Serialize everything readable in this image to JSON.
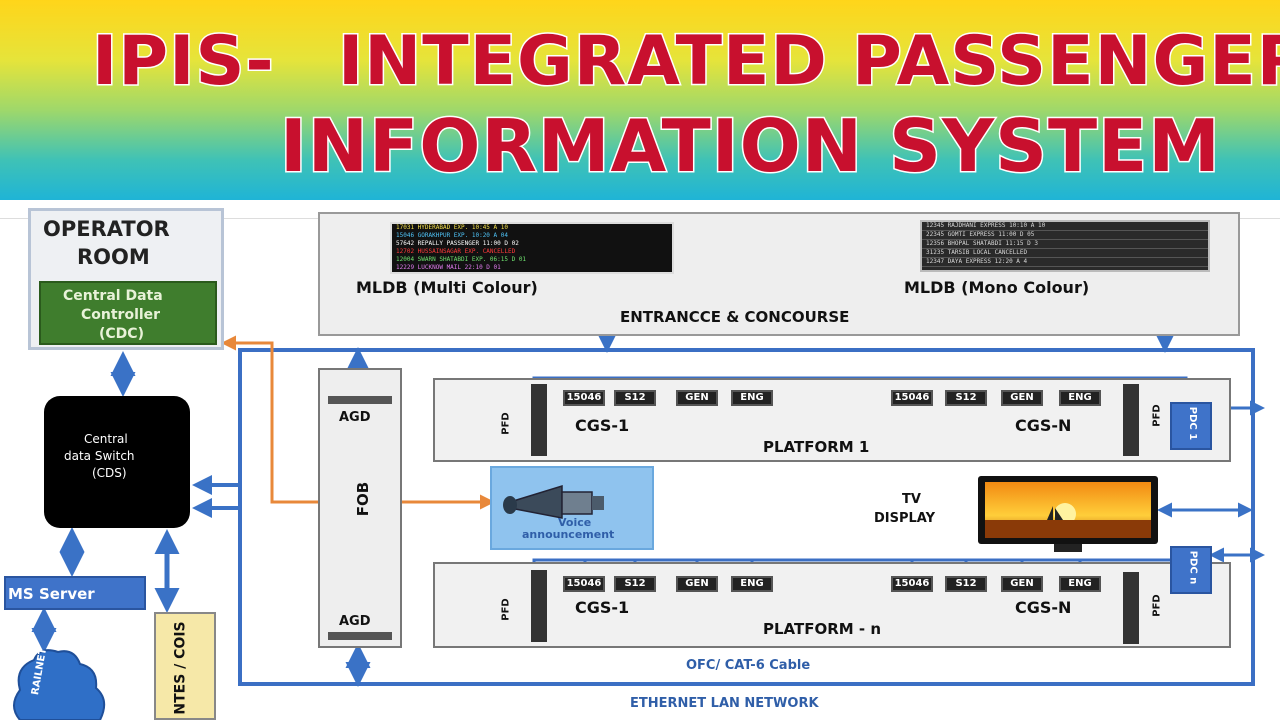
{
  "banner": {
    "line1_part1": "IPIS-",
    "line1_part2": "INTEGRATED",
    "line1_part3": "PASSENGER",
    "line2": "INFORMATION SYSTEM"
  },
  "operator_room": {
    "title_line1": "OPERATOR",
    "title_line2": "ROOM",
    "cdc_line1": "Central Data",
    "cdc_line2": "Controller",
    "cdc_line3": "(CDC)"
  },
  "cds": {
    "line1": "Central",
    "line2": "data Switch",
    "line3": "(CDS)"
  },
  "ms_server": "MS Server",
  "ntes": "NTES / COIS",
  "railnet": "RAILNET",
  "concourse": {
    "label": "ENTRANCCE & CONCOURSE",
    "mldb_multi": "MLDB (Multi Colour)",
    "mldb_mono": "MLDB (Mono Colour)",
    "multi_rows": [
      {
        "text": "17031 HYDERABAD EXP.   10:45 A 10",
        "color": "#f4e04d"
      },
      {
        "text": "15046 GORAKHPUR EXP.   10:20 A 04",
        "color": "#4fc3f7"
      },
      {
        "text": "57642 REPALLY PASSENGER 11:00 D 02",
        "color": "#ffffff"
      },
      {
        "text": "12702 HUSSAINSAGAR EXP. CANCELLED",
        "color": "#ff3b3b"
      },
      {
        "text": "12004 SWARN SHATABDI EXP. 06:15 D 01",
        "color": "#6fe36f"
      },
      {
        "text": "12229 LUCKNOW MAIL      22:10 D 01",
        "color": "#e27cf0"
      }
    ],
    "mono_rows": [
      "12345 RAJDHANI EXPRESS 10:10 A 10",
      "22345 GOMTI EXPRESS   11:00 D 05",
      "12356 BHOPAL SHATABDI 11:15 D 3",
      "31235 TARSIB LOCAL    CANCELLED",
      "12347 DAYA EXPRESS    12:20 A 4"
    ]
  },
  "fob": {
    "label": "FOB",
    "agd_top": "AGD",
    "agd_bottom": "AGD"
  },
  "platform1": {
    "label": "PLATFORM 1",
    "pfd_left": "PFD",
    "pfd_right": "PFD",
    "pdc": "PDC 1",
    "cgs_left": "CGS-1",
    "cgs_right": "CGS-N",
    "coaches_left": [
      "15046",
      "S12",
      "GEN",
      "ENG"
    ],
    "coaches_right": [
      "15046",
      "S12",
      "GEN",
      "ENG"
    ]
  },
  "platformn": {
    "label": "PLATFORM - n",
    "pfd_left": "PFD",
    "pfd_right": "PFD",
    "pdc": "PDC n",
    "cgs_left": "CGS-1",
    "cgs_right": "CGS-N",
    "coaches_left": [
      "15046",
      "S12",
      "GEN",
      "ENG"
    ],
    "coaches_right": [
      "15046",
      "S12",
      "GEN",
      "ENG"
    ]
  },
  "voice": {
    "line1": "Voice",
    "line2": "announcement"
  },
  "tv": {
    "line1": "TV",
    "line2": "DISPLAY"
  },
  "cable_label": "OFC/ CAT-6 Cable",
  "network_label": "ETHERNET  LAN NETWORK",
  "colors": {
    "banner_text": "#c8102e",
    "network_blue": "#3b6fc4",
    "arrow_blue": "#3a72c6",
    "orange_link": "#e8883a",
    "cdc_green": "#3f7d2d",
    "label_blue": "#2f5ea8"
  }
}
